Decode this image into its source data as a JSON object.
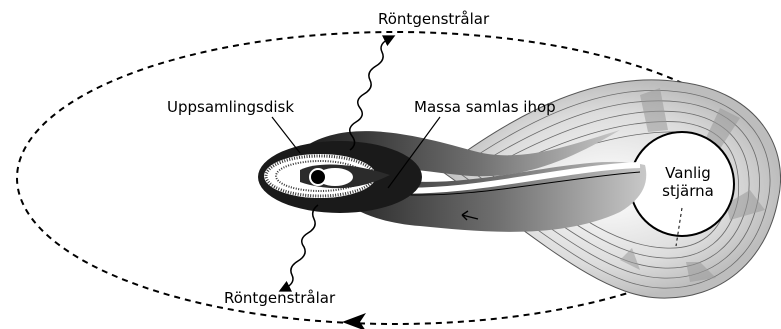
{
  "labels": {
    "xray_top": "Röntgenstrålar",
    "xray_bottom": "Röntgenstrålar",
    "accretion_disk": "Uppsamlingsdisk",
    "mass_gathers": "Massa samlas ihop",
    "star_line1": "Vanlig",
    "star_line2": "stjärna"
  },
  "colors": {
    "ink": "#000000",
    "disk_dark": "#1a1a1a",
    "stream_gray": "#9a9a9a",
    "background": "#ffffff"
  },
  "icons": {
    "black_hole": "black-hole-dot",
    "orbit_arrow": "arrowhead-left",
    "xray_arrow": "wavy-arrow"
  }
}
